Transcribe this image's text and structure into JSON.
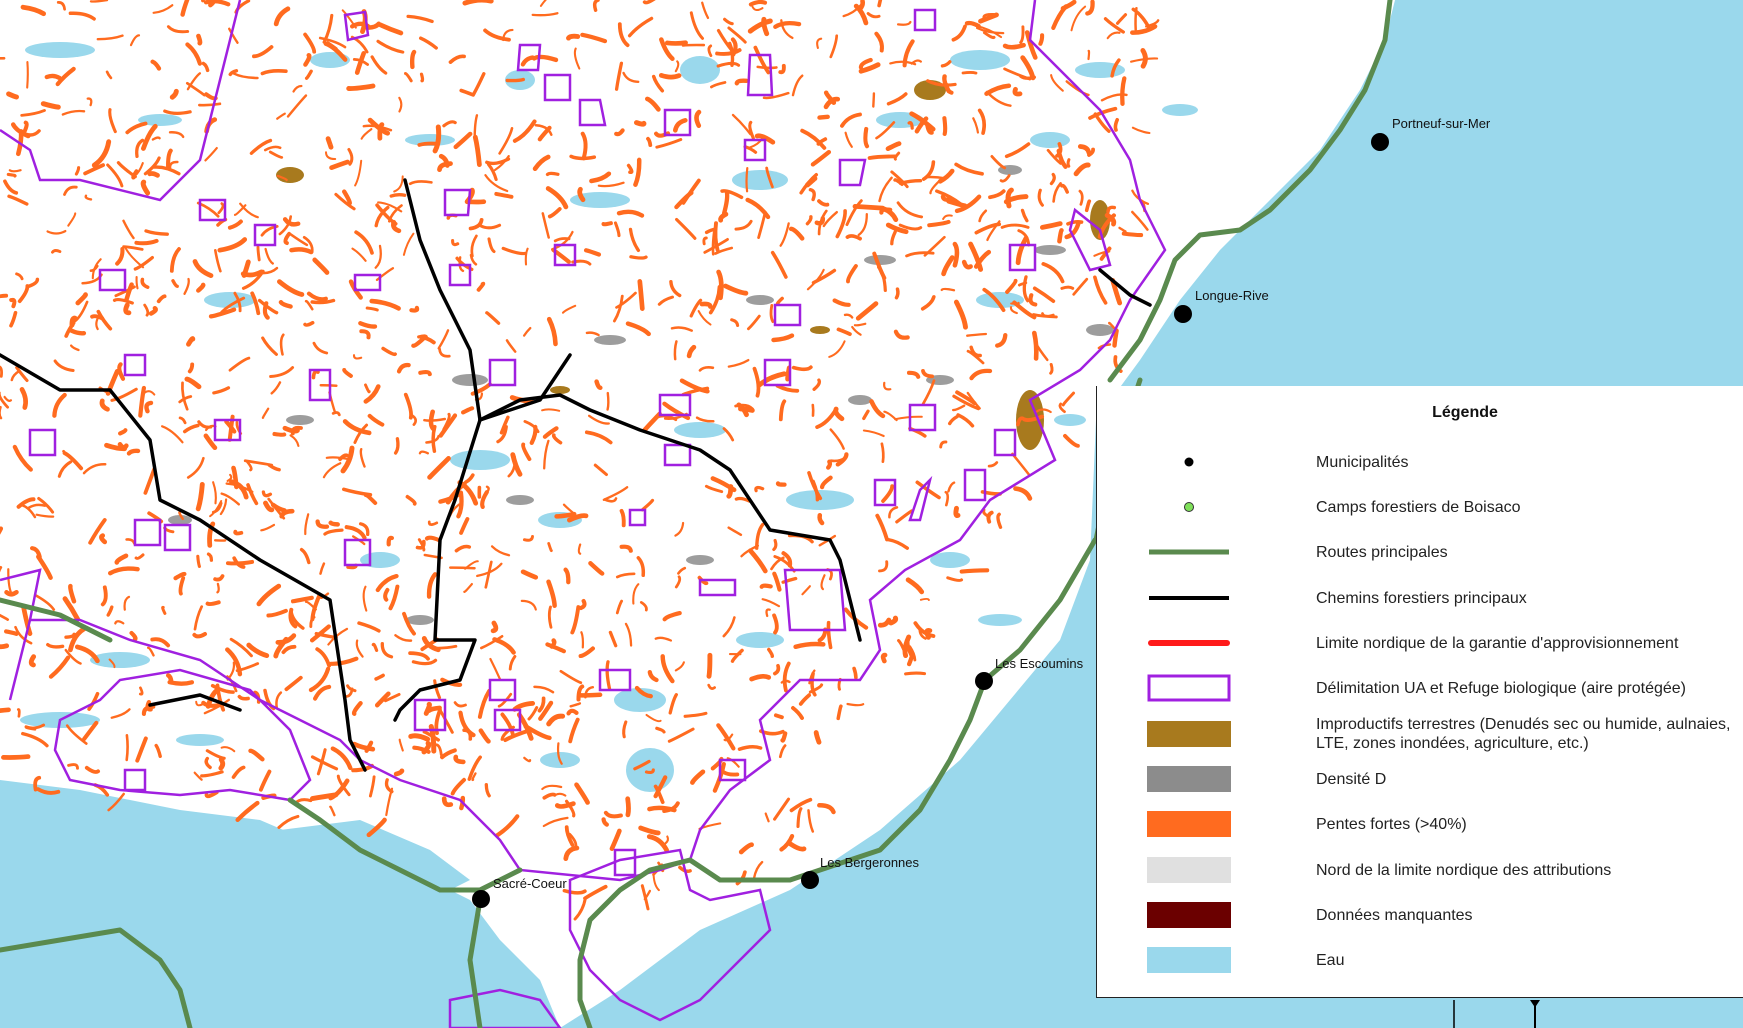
{
  "colors": {
    "water": "#9ad8ec",
    "slope": "#ff6b1f",
    "density_d": "#8c8c8c",
    "unproductive": "#a87a1e",
    "north_limit": "#e0e0e0",
    "missing": "#6b0000",
    "protected": "#a020e0",
    "road": "#5a8a4e",
    "forest_road": "#000000",
    "north_guarantee": "#ff1a1a",
    "camp": "#7fe05a",
    "municipality": "#000000"
  },
  "towns": [
    {
      "name": "Portneuf-sur-Mer"
    },
    {
      "name": "Longue-Rive"
    },
    {
      "name": "Les Escoumins"
    },
    {
      "name": "Les Bergeronnes"
    },
    {
      "name": "Sacré-Coeur"
    }
  ],
  "legend": {
    "title": "Légende",
    "items": [
      {
        "label": "Municipalités",
        "symbol": "dot-black"
      },
      {
        "label": "Camps forestiers de Boisaco",
        "symbol": "dot-green"
      },
      {
        "label": "Routes principales",
        "symbol": "line-green"
      },
      {
        "label": "Chemins forestiers principaux",
        "symbol": "line-black"
      },
      {
        "label": "Limite nordique de la garantie d'approvisionnement",
        "symbol": "line-red"
      },
      {
        "label": "Délimitation UA et Refuge biologique (aire protégée)",
        "symbol": "box-purple"
      },
      {
        "label": "Improductifs terrestres (Denudés sec ou humide, aulnaies, LTE, zones inondées, agriculture, etc.)",
        "symbol": "fill-brown"
      },
      {
        "label": "Densité D",
        "symbol": "fill-gray"
      },
      {
        "label": "Pentes fortes (>40%)",
        "symbol": "fill-orange"
      },
      {
        "label": "Nord de la limite nordique des attributions",
        "symbol": "fill-lightgray"
      },
      {
        "label": "Données manquantes",
        "symbol": "fill-darkred"
      },
      {
        "label": "Eau",
        "symbol": "fill-water"
      }
    ]
  }
}
